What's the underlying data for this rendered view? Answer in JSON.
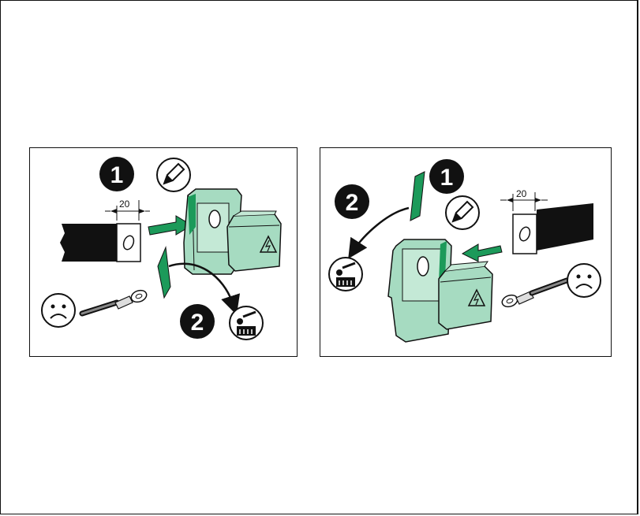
{
  "panels": [
    {
      "id": "left",
      "steps": [
        {
          "label": "1"
        },
        {
          "label": "2"
        }
      ],
      "dimension": "20"
    },
    {
      "id": "right",
      "steps": [
        {
          "label": "1"
        },
        {
          "label": "2"
        }
      ],
      "dimension": "20"
    }
  ],
  "colors": {
    "cover": "#a6dbc1",
    "cover_dark": "#7cc4a2",
    "arrow_green": "#1c9a5a",
    "busbar": "#111111",
    "outline": "#111111"
  },
  "icons": [
    "pen-icon",
    "sad-face-icon",
    "cable-lug-icon",
    "discard-bin-icon",
    "high-voltage-warning-icon",
    "insert-arrow-icon",
    "curved-arrow-icon"
  ]
}
